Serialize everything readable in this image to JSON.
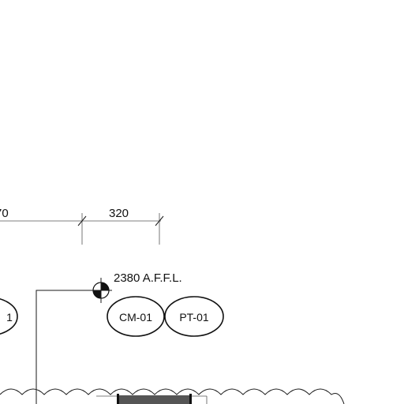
{
  "drawing": {
    "dimensions": [
      {
        "id": "left",
        "text": "70"
      },
      {
        "id": "right",
        "text": "320"
      }
    ],
    "level_marker": {
      "text": "2380 A.F.F.L.",
      "icon": "datum-level-icon"
    },
    "finish_tags": [
      {
        "id": "partial",
        "text": "1"
      },
      {
        "id": "cm",
        "text": "CM-01"
      },
      {
        "id": "pt",
        "text": "PT-01"
      }
    ],
    "colors": {
      "ink": "#1a1a1a",
      "paper": "#ffffff",
      "fill_dark": "#555555"
    }
  }
}
